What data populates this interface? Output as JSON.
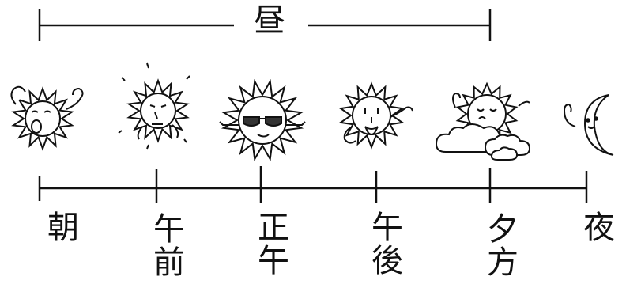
{
  "day_span": {
    "label": "昼"
  },
  "times": [
    {
      "id": "morning",
      "label": "朝"
    },
    {
      "id": "forenoon",
      "label": "午前"
    },
    {
      "id": "noon",
      "label": "正午"
    },
    {
      "id": "afternoon",
      "label": "午後"
    },
    {
      "id": "evening",
      "label": "夕方"
    },
    {
      "id": "night",
      "label": "夜"
    }
  ],
  "pictures": [
    {
      "time": "morning",
      "icon": "yawning-sun-icon"
    },
    {
      "time": "forenoon",
      "icon": "sweating-sun-icon"
    },
    {
      "time": "noon",
      "icon": "sunglasses-sun-icon"
    },
    {
      "time": "afternoon",
      "icon": "tired-sun-icon"
    },
    {
      "time": "evening",
      "icon": "sleepy-sun-behind-clouds-icon"
    },
    {
      "time": "night",
      "icon": "crescent-moon-icon"
    }
  ],
  "colors": {
    "ink": "#111111",
    "background": "#ffffff",
    "sunglasses": "#333333"
  }
}
